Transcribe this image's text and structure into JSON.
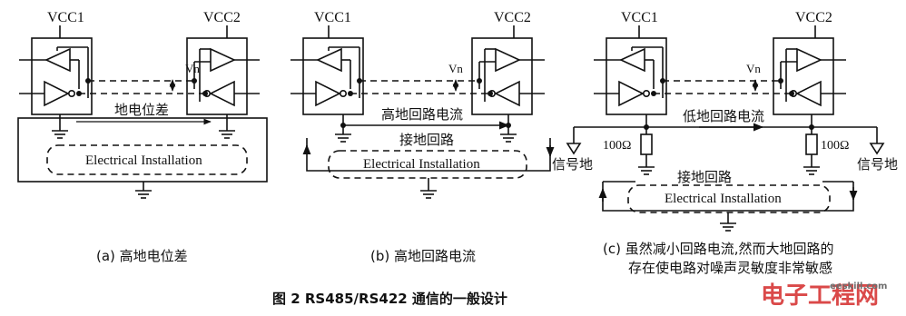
{
  "labels": {
    "vcc1": "VCC1",
    "vcc2": "VCC2",
    "vn": "Vn",
    "ground_potential_diff": "地电位差",
    "high_ground_loop_current": "高地回路电流",
    "ground_loop": "接地回路",
    "low_ground_loop_current": "低地回路电流",
    "signal_ground": "信号地",
    "resistor": "100Ω",
    "installation": "Electrical Installation"
  },
  "captions": {
    "a": "(a) 高地电位差",
    "b": "(b) 高地回路电流",
    "c_line1": "(c) 虽然减小回路电流,然而大地回路的",
    "c_line2": "存在使电路对噪声灵敏度非常敏感"
  },
  "figure_title": "图 2   RS485/RS422 通信的一般设计",
  "watermark": {
    "brand": "电子工程网",
    "site": "eeskill.com",
    "brand_color": "#d42a2a"
  }
}
